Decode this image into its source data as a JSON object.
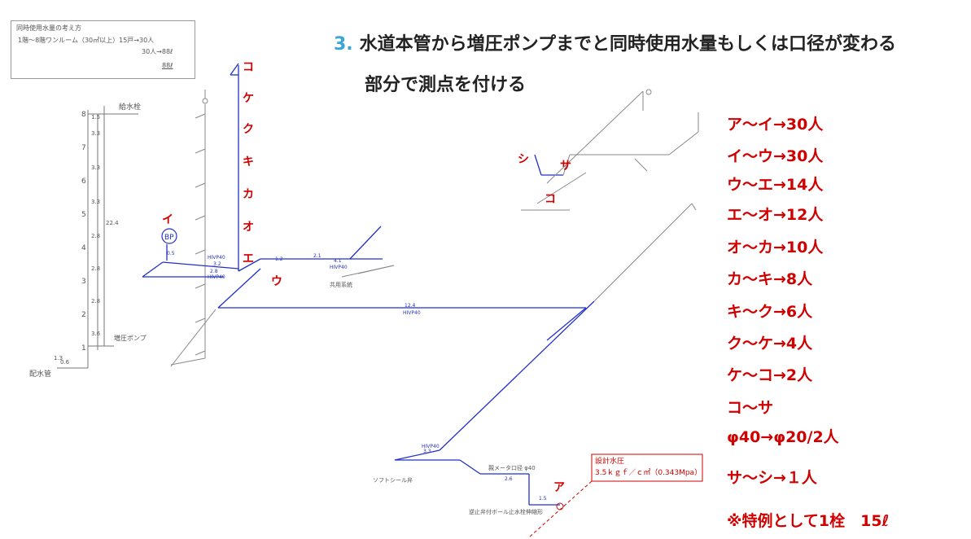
{
  "title": {
    "number": "3.",
    "line1": "水道本管から増圧ポンプまでと同時使用水量もしくは口径が変わる",
    "line2": "部分で測点を付ける"
  },
  "note_box": {
    "heading": "同時使用水量の考え方",
    "line1": "1階～8階ワンルーム（30㎡以上）15戸→30人",
    "line2": "30人→88ℓ",
    "line3": "88ℓ"
  },
  "segments": [
    "ア～イ→30人",
    "イ～ウ→30人",
    "ウ～エ→14人",
    "エ～オ→12人",
    "オ～カ→10人",
    "カ～キ→8人",
    "キ～ク→6人",
    "ク～ケ→4人",
    "ケ～コ→2人",
    "コ～サ",
    "φ40→φ20/2人",
    "サ～シ→１人",
    "※特例として1栓　15ℓ"
  ],
  "labels": {
    "kyusui": "給水栓",
    "zouatsu": "増圧ポンプ",
    "haisui": "配水管",
    "kyoyo": "共用系統",
    "bp": "BP",
    "pipe": "HIVP40",
    "design_pressure_title": "設計水圧",
    "design_pressure_value": "3.5ｋｇｆ／ｃ㎡（0.343Mpa）",
    "meter": "親メータ口径 φ40",
    "softseal": "ソフトシール弁",
    "checkvalve": "逆止弁付ボール止水栓伸縮形"
  },
  "points": {
    "a": "ア",
    "i": "イ",
    "u": "ウ",
    "e": "エ",
    "o": "オ",
    "ka": "カ",
    "ki": "キ",
    "ku": "ク",
    "ke": "ケ",
    "ko": "コ",
    "sa": "サ",
    "shi": "シ"
  },
  "floors": [
    "1",
    "2",
    "3",
    "4",
    "5",
    "6",
    "7",
    "8"
  ],
  "dims": {
    "d36": "3.6",
    "d28": "2.8",
    "d33": "3.3",
    "d224": "22.4",
    "d13": "1.3",
    "d06": "0.6",
    "d15": "1.5",
    "d124": "12.4",
    "d21": "2.1",
    "d41": "4.1",
    "d12": "1.2",
    "d32": "3.2",
    "d28b": "2.8",
    "d33b": "3.3",
    "d26": "2.6",
    "d05": "0.5"
  },
  "colors": {
    "pipe": "#2230c8",
    "red": "#d00000",
    "gray": "#8a8a8a",
    "accent": "#3aa6d8"
  }
}
